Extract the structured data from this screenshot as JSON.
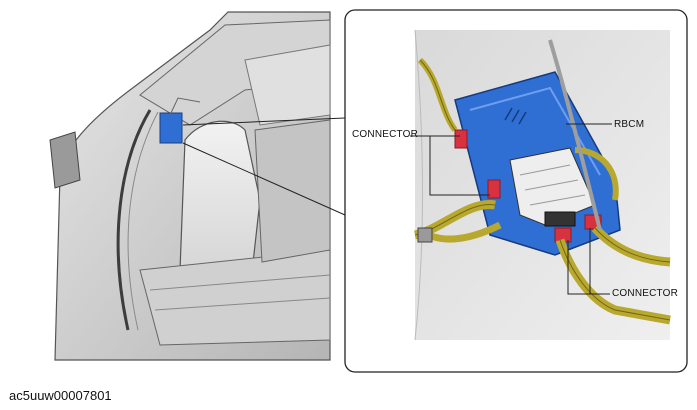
{
  "callouts": {
    "connector_left": "CONNECTOR",
    "module": "RBCM",
    "connector_bottom": "CONNECTOR"
  },
  "figure_id": "ac5uuw00007801",
  "colors": {
    "module_blue": "#2f6fd4",
    "connector_red": "#d8313f",
    "harness_yellow": "#b8a82e",
    "body_gray": "#c9c9c9"
  }
}
